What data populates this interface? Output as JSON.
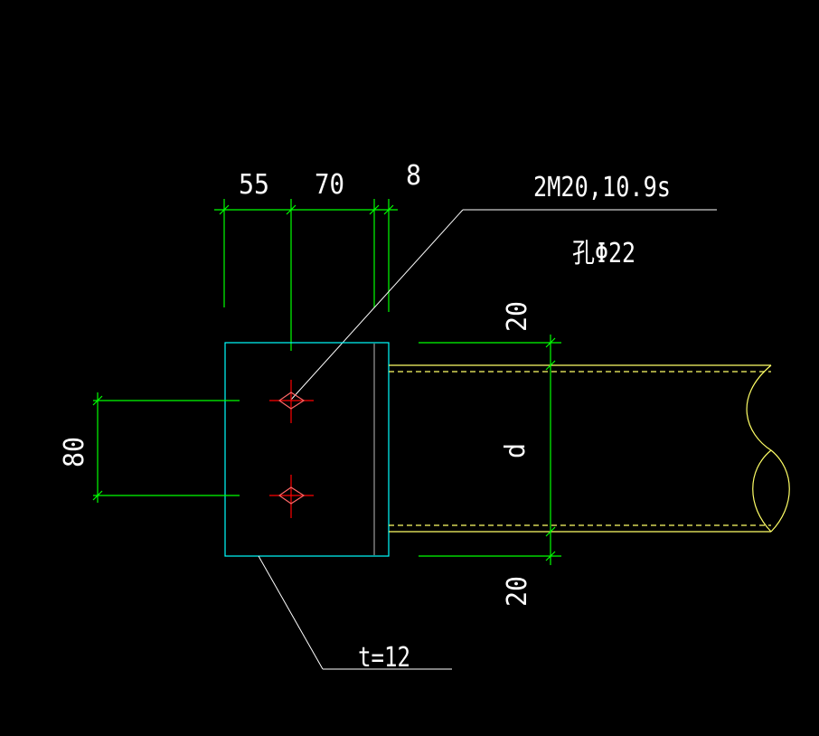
{
  "colors": {
    "background": "#000000",
    "dimension": "#00ff00",
    "plate": "#00ffff",
    "pipe": "#ffff66",
    "bolt": "#ff0000",
    "leader": "#ffffff",
    "text": "#ffffff"
  },
  "dimensions": {
    "edge_to_bolt": "55",
    "bolt_to_weld": "70",
    "weld_gap": "8",
    "bolt_spacing": "80",
    "top_offset": "20",
    "bottom_offset": "20",
    "pipe_diameter": "d"
  },
  "annotations": {
    "bolt_spec": "2M20,10.9s",
    "hole_spec": "孔Φ22",
    "plate_thickness": "t=12"
  }
}
